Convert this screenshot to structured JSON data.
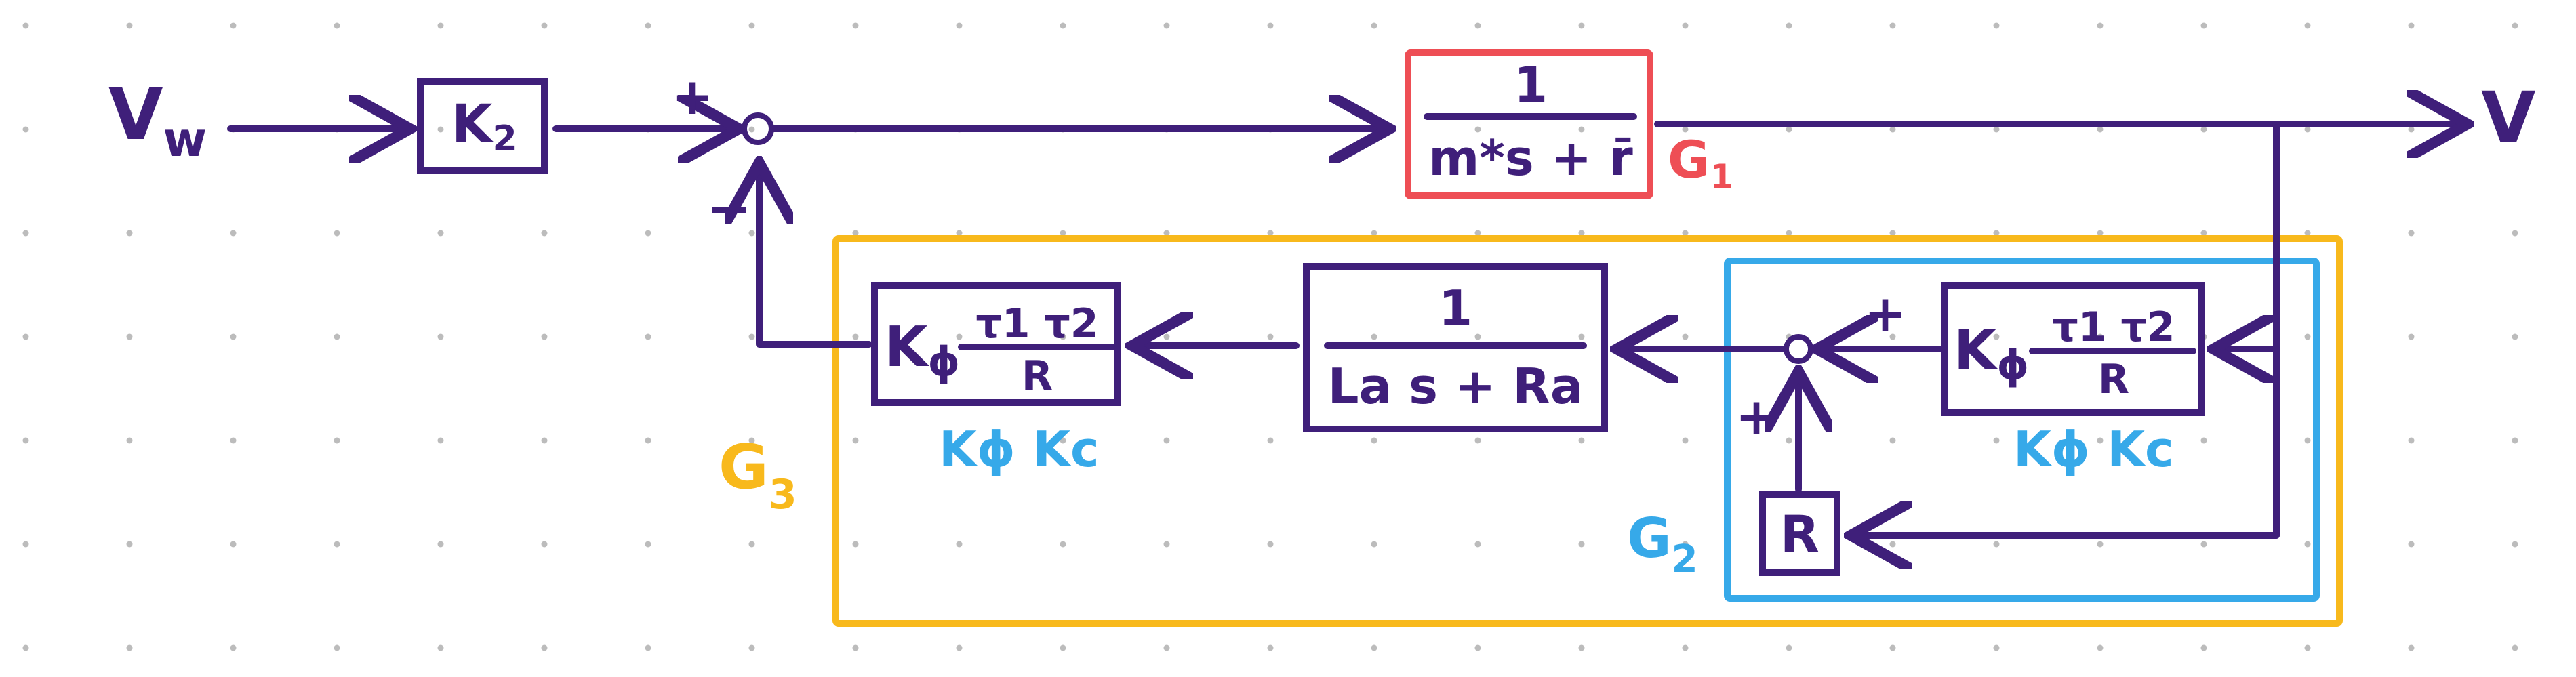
{
  "colors": {
    "ink": "#3f1f7a",
    "g1": "#ee4e55",
    "g2": "#36a9e9",
    "g3": "#f8b91c",
    "dots": "#bcbcbc"
  },
  "signals": {
    "input": {
      "main": "V",
      "sub": "w"
    },
    "output": "V"
  },
  "blocks": {
    "k2": {
      "main": "K",
      "sub": "2"
    },
    "g1_tf": {
      "num": "1",
      "den": "m*s + r̄"
    },
    "la_tf": {
      "num": "1",
      "den": "La s + Ra"
    },
    "kphi_left": {
      "k": "K",
      "phi": "ϕ",
      "num": "τ1 τ2",
      "den": "R"
    },
    "kphi_right": {
      "k": "K",
      "phi": "ϕ",
      "num": "τ1 τ2",
      "den": "R"
    },
    "r_block": "R"
  },
  "signs": {
    "sum1_plus": "+",
    "sum1_minus": "−",
    "sum2_plus_top": "+",
    "sum2_plus_left": "+"
  },
  "group_labels": {
    "g1": {
      "main": "G",
      "sub": "1"
    },
    "g2": {
      "main": "G",
      "sub": "2"
    },
    "g3": {
      "main": "G",
      "sub": "3"
    }
  },
  "annotations": {
    "kphi_kc_left": "Kϕ Kc",
    "kphi_kc_right": "Kϕ Kc"
  }
}
